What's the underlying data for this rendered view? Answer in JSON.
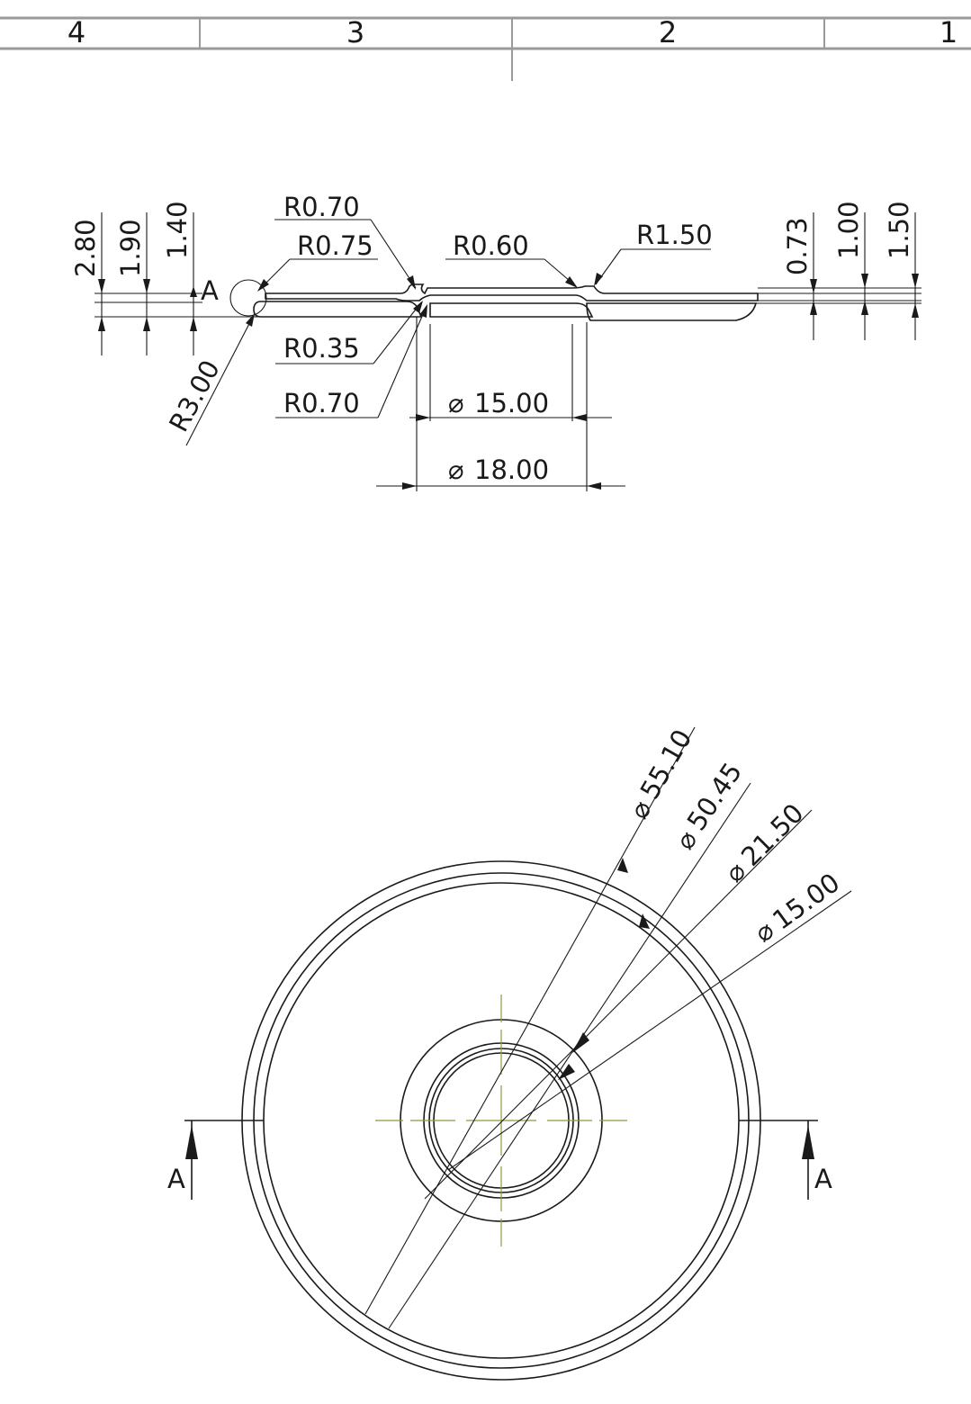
{
  "zones": [
    "4",
    "3",
    "2",
    "1"
  ],
  "section_view": {
    "height_dims": [
      "2.80",
      "1.90",
      "1.40"
    ],
    "right_dims": [
      "0.73",
      "1.00",
      "1.50"
    ],
    "detail_letter": "A",
    "radius_labels": {
      "r070_top": "R0.70",
      "r075": "R0.75",
      "r060": "R0.60",
      "r150": "R1.50",
      "r035": "R0.35",
      "r070_bottom": "R0.70",
      "r300": "R3.00"
    },
    "diameters": [
      "15.00",
      "18.00"
    ]
  },
  "plan_view": {
    "diameters": [
      "55.10",
      "50.45",
      "21.50",
      "15.00"
    ],
    "section_letter": "A"
  },
  "symbols": {
    "diameter": "⌀"
  }
}
